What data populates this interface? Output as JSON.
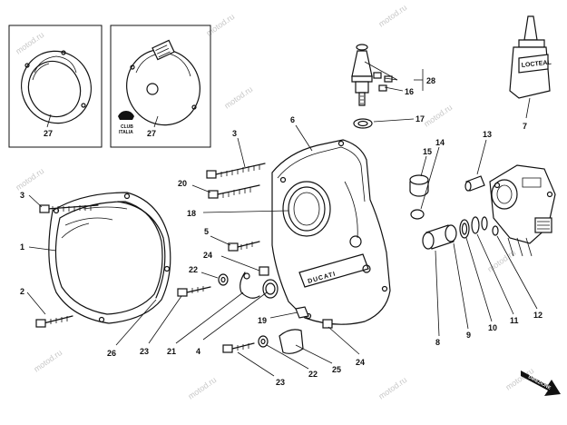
{
  "watermark": "motod.ru",
  "callouts": {
    "c1": "1",
    "c2": "2",
    "c3a": "3",
    "c3b": "3",
    "c4": "4",
    "c5": "5",
    "c6": "6",
    "c7": "7",
    "c8": "8",
    "c9": "9",
    "c10": "10",
    "c11": "11",
    "c12": "12",
    "c13": "13",
    "c14": "14",
    "c15": "15",
    "c16": "16",
    "c17": "17",
    "c18": "18",
    "c19": "19",
    "c20": "20",
    "c21": "21",
    "c22a": "22",
    "c22b": "22",
    "c23a": "23",
    "c23b": "23",
    "c24a": "24",
    "c24b": "24",
    "c25": "25",
    "c26": "26",
    "c27a": "27",
    "c27b": "27",
    "c28": "28"
  },
  "labels": {
    "cover_brand": "DUCATI",
    "club_line1": "CLUB",
    "club_line2": "ITALIA",
    "sealant_label": "LOCTEAL",
    "direction_arrow": "DIREZIONE"
  },
  "colors": {
    "ink": "#111111",
    "watermark": "#c8c8c8",
    "paper": "#ffffff"
  }
}
